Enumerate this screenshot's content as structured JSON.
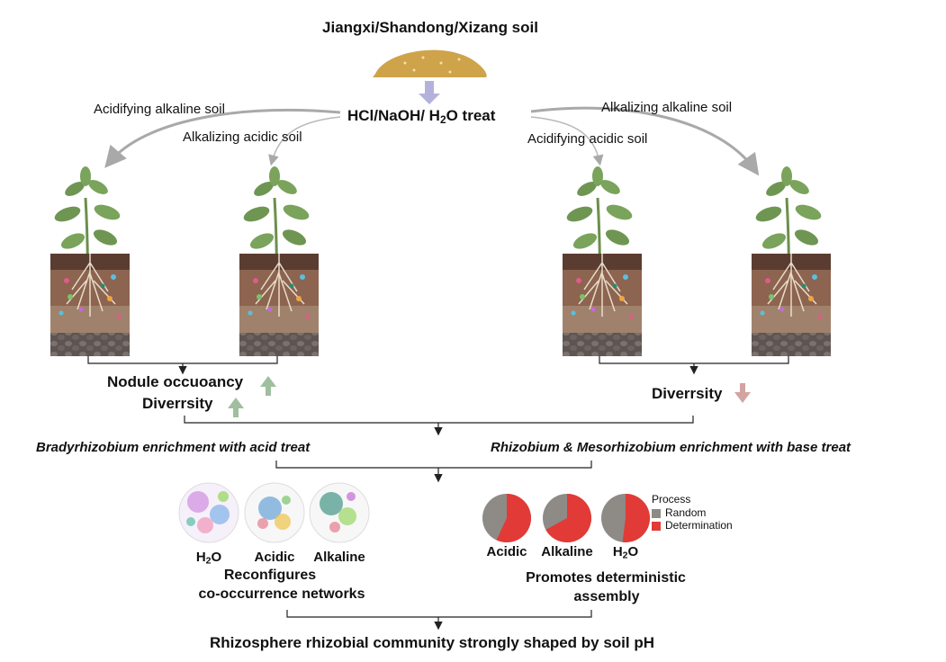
{
  "soil_source": "Jiangxi/Shandong/Xizang soil",
  "treat": {
    "prefix": "HCl/NaOH/ H",
    "sub": "2",
    "suffix": "O treat"
  },
  "branches": {
    "acidifying_alkaline": "Acidifying alkaline soil",
    "alkalizing_acidic": "Alkalizing acidic soil",
    "acidifying_acidic": "Acidifying acidic soil",
    "alkalizing_alkaline": "Alkalizing alkaline soil"
  },
  "left_outcome": {
    "line1": "Nodule occuoancy",
    "line2": "Diverrsity"
  },
  "right_outcome": {
    "line1": "Diverrsity"
  },
  "enrichment": {
    "acid": "Bradyrhizobium enrichment with acid treat",
    "base": "Rhizobium & Mesorhizobium enrichment with base treat"
  },
  "networks": {
    "labels": {
      "h2o_prefix": "H",
      "h2o_sub": "2",
      "h2o_suffix": "O",
      "acidic": "Acidic",
      "alkaline": "Alkaline"
    },
    "caption_line1": "Reconfigures",
    "caption_line2": "co-occurrence networks"
  },
  "pies": {
    "legend_title": "Process",
    "legend_random": "Random",
    "legend_determination": "Determination",
    "labels": {
      "acidic": "Acidic",
      "alkaline": "Alkaline",
      "h2o_prefix": "H",
      "h2o_sub": "2",
      "h2o_suffix": "O"
    },
    "caption_line1": "Promotes deterministic",
    "caption_line2": "assembly",
    "data": [
      {
        "label": "Acidic",
        "determination": 0.57
      },
      {
        "label": "Alkaline",
        "determination": 0.67
      },
      {
        "label": "H2O",
        "determination": 0.52
      }
    ]
  },
  "conclusion": "Rhizosphere rhizobial community strongly shaped by soil pH",
  "colors": {
    "random": "#8e8a86",
    "determination": "#e23a36",
    "up_arrow": "#9fbf9f",
    "down_arrow": "#d3a3a0",
    "soil_pile": "#cfa34a",
    "treat_arrow": "#b4b2dc",
    "curve_arrow": "#a9a9a9"
  }
}
